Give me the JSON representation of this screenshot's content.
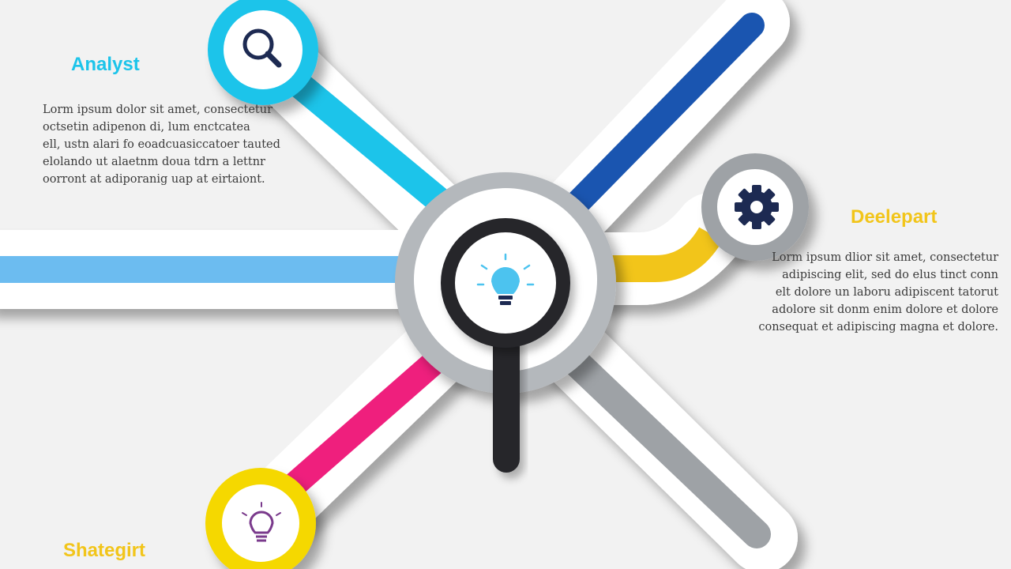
{
  "colors": {
    "background": "#f2f2f2",
    "analyst": "#1cc4ea",
    "developer": "#f2c51a",
    "strategist": "#f5d800",
    "left_track": "#6cbcf0",
    "top_right_track": "#1a55b0",
    "bottom_left_track": "#ef1f7d",
    "bottom_right_track": "#9ea2a6",
    "hub_ring": "#b4b8bc",
    "magnifier": "#25272c",
    "icon_dark": "#1d2a52",
    "bulb_blue": "#4cc3ef",
    "bulb_purple": "#7a3a8c"
  },
  "nodes": {
    "analyst": {
      "label": "Analyst",
      "icon": "magnifier-icon",
      "text": "Lorm ipsum dolor sit amet, consectetur\noctsetin adipenon di, lum enctcatea\nell, ustn alari fo eoadcuasiccatoer tauted\nelolando ut alaetnm doua tdrn a lettnr\noorront at adiporanig uap at eirtaiont."
    },
    "developer": {
      "label": "Deelepart",
      "icon": "gear-icon",
      "text": "Lorm ipsum dlior sit amet, consectetur\nadipiscing elit, sed do elus tinct conn\nelt dolore un laboru adipiscent tatorut\nadolore sit donm enim dolore et dolore\nconsequat et adipiscing magna et dolore."
    },
    "strategist": {
      "label": "Shategirt",
      "icon": "lightbulb-icon"
    },
    "hub": {
      "icon": "lightbulb-icon"
    }
  }
}
